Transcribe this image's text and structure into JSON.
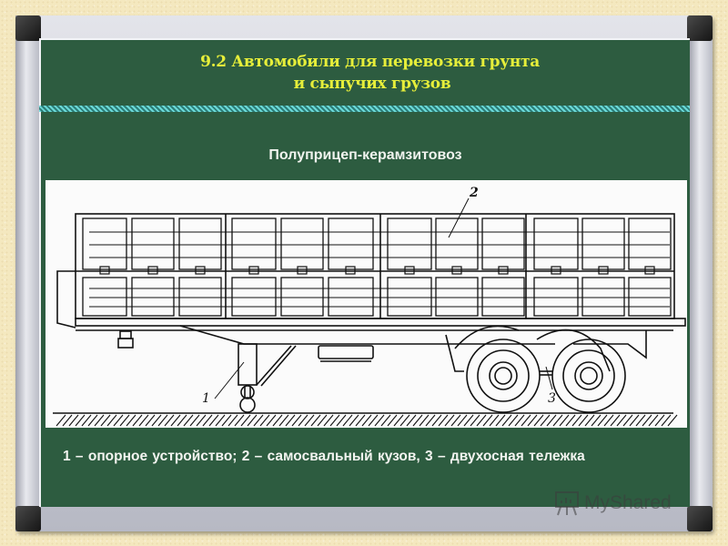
{
  "slide": {
    "title_line1": "9.2 Автомобили для перевозки грунта",
    "title_line2": "и сыпучих грузов",
    "subtitle": "Полуприцеп-керамзитовоз",
    "figure": {
      "labels": [
        {
          "id": "1",
          "text": "1"
        },
        {
          "id": "2",
          "text": "2"
        },
        {
          "id": "3",
          "text": "3"
        }
      ]
    },
    "caption": "1 – опорное устройство;  2 – самосвальный кузов,  3 – двухосная тележка"
  },
  "watermark": {
    "text": "MyShared",
    "icon": "presentation-board-icon"
  },
  "colors": {
    "board": "#2d5c40",
    "title": "#e6ee3a",
    "text": "#f3f4f0",
    "background": "#f4e8bf",
    "divider": "#52c9c9"
  }
}
